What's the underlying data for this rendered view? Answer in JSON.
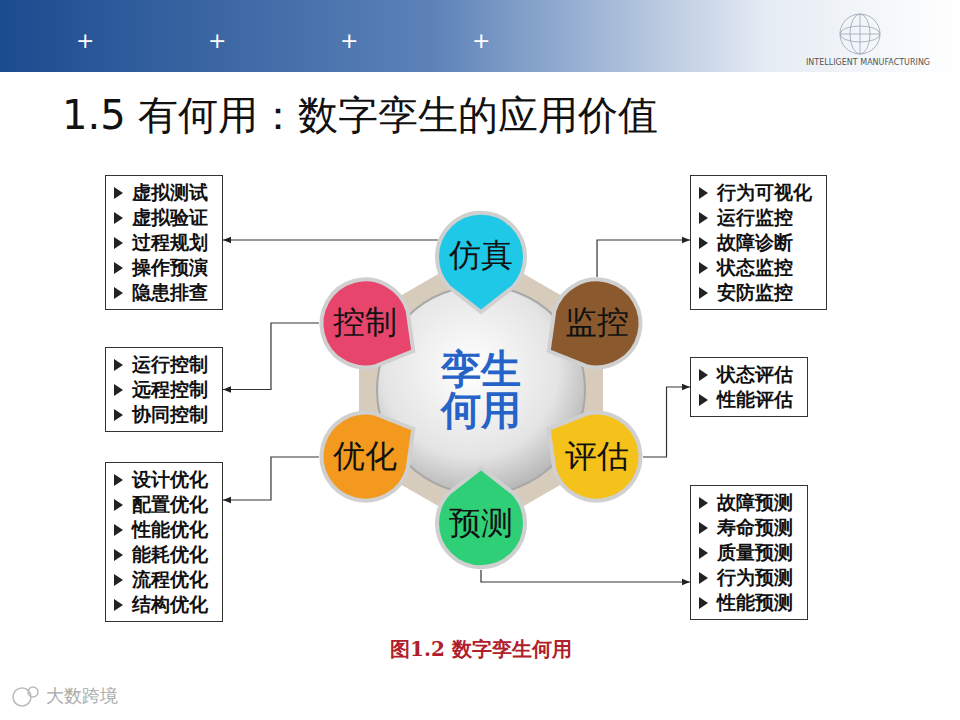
{
  "diagram": {
    "title": "1.5 有何用：数字孪生的应用价值",
    "caption": "图1.2 数字孪生何用",
    "nodes": [
      {
        "text": [
          "孪生 何用"
        ]
      },
      {
        "text": [
          "仿真"
        ]
      },
      {
        "text": [
          "监控"
        ]
      },
      {
        "text": [
          "评估"
        ]
      },
      {
        "text": [
          "预测"
        ]
      },
      {
        "text": [
          "优化"
        ]
      },
      {
        "text": [
          "控制"
        ]
      },
      {
        "text": [
          "虚拟测试",
          "虚拟验证",
          "过程规划",
          "操作预演",
          "隐患排查"
        ]
      },
      {
        "text": [
          "运行控制",
          "远程控制",
          "协同控制"
        ]
      },
      {
        "text": [
          "设计优化",
          "配置优化",
          "性能优化",
          "能耗优化",
          "流程优化",
          "结构优化"
        ]
      },
      {
        "text": [
          "行为可视化",
          "运行监控",
          "故障诊断",
          "状态监控",
          "安防监控"
        ]
      },
      {
        "text": [
          "状态评估",
          "性能评估"
        ]
      },
      {
        "text": [
          "故障预测",
          "寿命预测",
          "质量预测",
          "行为预测",
          "性能预测"
        ]
      }
    ],
    "edges": [
      {
        "from": 1,
        "to": 7,
        "arrow": "to"
      },
      {
        "from": 2,
        "to": 10,
        "arrow": "to"
      },
      {
        "from": 3,
        "to": 11,
        "arrow": "to"
      },
      {
        "from": 4,
        "to": 12,
        "arrow": "to"
      },
      {
        "from": 5,
        "to": 9,
        "arrow": "to"
      },
      {
        "from": 6,
        "to": 8,
        "arrow": "to"
      }
    ],
    "labels": [
      "+",
      "+",
      "+",
      "+",
      "INTELLIGENT MANUFACTURING",
      "大数跨境"
    ]
  }
}
